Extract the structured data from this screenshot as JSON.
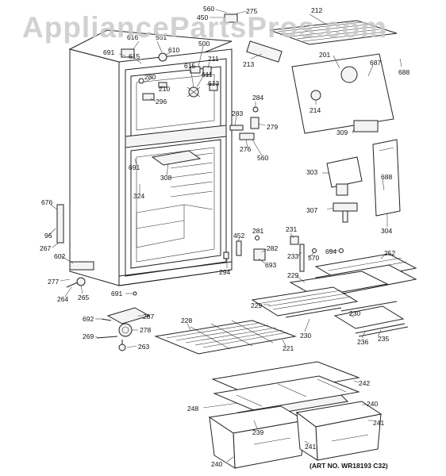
{
  "watermark": "AppliancePartsPros.com",
  "art_number": "(ART NO. WR18193 C32)",
  "callouts": [
    {
      "id": "c560a",
      "text": "560"
    },
    {
      "id": "c275",
      "text": "275"
    },
    {
      "id": "c450",
      "text": "450"
    },
    {
      "id": "c212",
      "text": "212"
    },
    {
      "id": "c616",
      "text": "616"
    },
    {
      "id": "c551",
      "text": "551"
    },
    {
      "id": "c691a",
      "text": "691"
    },
    {
      "id": "c615a",
      "text": "615"
    },
    {
      "id": "c500",
      "text": "500"
    },
    {
      "id": "c610",
      "text": "610"
    },
    {
      "id": "c201",
      "text": "201"
    },
    {
      "id": "c687",
      "text": "687"
    },
    {
      "id": "c688a",
      "text": "688"
    },
    {
      "id": "c213",
      "text": "213"
    },
    {
      "id": "c211",
      "text": "211"
    },
    {
      "id": "c615b",
      "text": "615"
    },
    {
      "id": "c611",
      "text": "611"
    },
    {
      "id": "c280",
      "text": "280"
    },
    {
      "id": "c210",
      "text": "210"
    },
    {
      "id": "c613",
      "text": "613"
    },
    {
      "id": "c296",
      "text": "296"
    },
    {
      "id": "c284",
      "text": "284"
    },
    {
      "id": "c214",
      "text": "214"
    },
    {
      "id": "c283",
      "text": "283"
    },
    {
      "id": "c279",
      "text": "279"
    },
    {
      "id": "c309",
      "text": "309"
    },
    {
      "id": "c276",
      "text": "276"
    },
    {
      "id": "c560b",
      "text": "560"
    },
    {
      "id": "c691b",
      "text": "691"
    },
    {
      "id": "c308",
      "text": "308"
    },
    {
      "id": "c303",
      "text": "303"
    },
    {
      "id": "c688b",
      "text": "688"
    },
    {
      "id": "c324",
      "text": "324"
    },
    {
      "id": "c676",
      "text": "676"
    },
    {
      "id": "c96",
      "text": "96"
    },
    {
      "id": "c307",
      "text": "307"
    },
    {
      "id": "c304",
      "text": "304"
    },
    {
      "id": "c231",
      "text": "231"
    },
    {
      "id": "c281",
      "text": "281"
    },
    {
      "id": "c694",
      "text": "694"
    },
    {
      "id": "c452",
      "text": "452"
    },
    {
      "id": "c267",
      "text": "267"
    },
    {
      "id": "c282",
      "text": "282"
    },
    {
      "id": "c252",
      "text": "252"
    },
    {
      "id": "c233",
      "text": "233"
    },
    {
      "id": "c570",
      "text": "570"
    },
    {
      "id": "c602",
      "text": "602"
    },
    {
      "id": "c693",
      "text": "693"
    },
    {
      "id": "c294",
      "text": "294"
    },
    {
      "id": "c229a",
      "text": "229"
    },
    {
      "id": "c277",
      "text": "277"
    },
    {
      "id": "c264",
      "text": "264"
    },
    {
      "id": "c265",
      "text": "265"
    },
    {
      "id": "c691c",
      "text": "691"
    },
    {
      "id": "c229b",
      "text": "229"
    },
    {
      "id": "c287",
      "text": "287"
    },
    {
      "id": "c692",
      "text": "692"
    },
    {
      "id": "c228",
      "text": "228"
    },
    {
      "id": "c278",
      "text": "278"
    },
    {
      "id": "c230a",
      "text": "230"
    },
    {
      "id": "c230b",
      "text": "230"
    },
    {
      "id": "c269",
      "text": "269"
    },
    {
      "id": "c263",
      "text": "263"
    },
    {
      "id": "c236",
      "text": "236"
    },
    {
      "id": "c235",
      "text": "235"
    },
    {
      "id": "c221",
      "text": "221"
    },
    {
      "id": "c242",
      "text": "242"
    },
    {
      "id": "c248",
      "text": "248"
    },
    {
      "id": "c240a",
      "text": "240"
    },
    {
      "id": "c239",
      "text": "239"
    },
    {
      "id": "c241a",
      "text": "241"
    },
    {
      "id": "c241b",
      "text": "241"
    },
    {
      "id": "c240b",
      "text": "240"
    }
  ]
}
